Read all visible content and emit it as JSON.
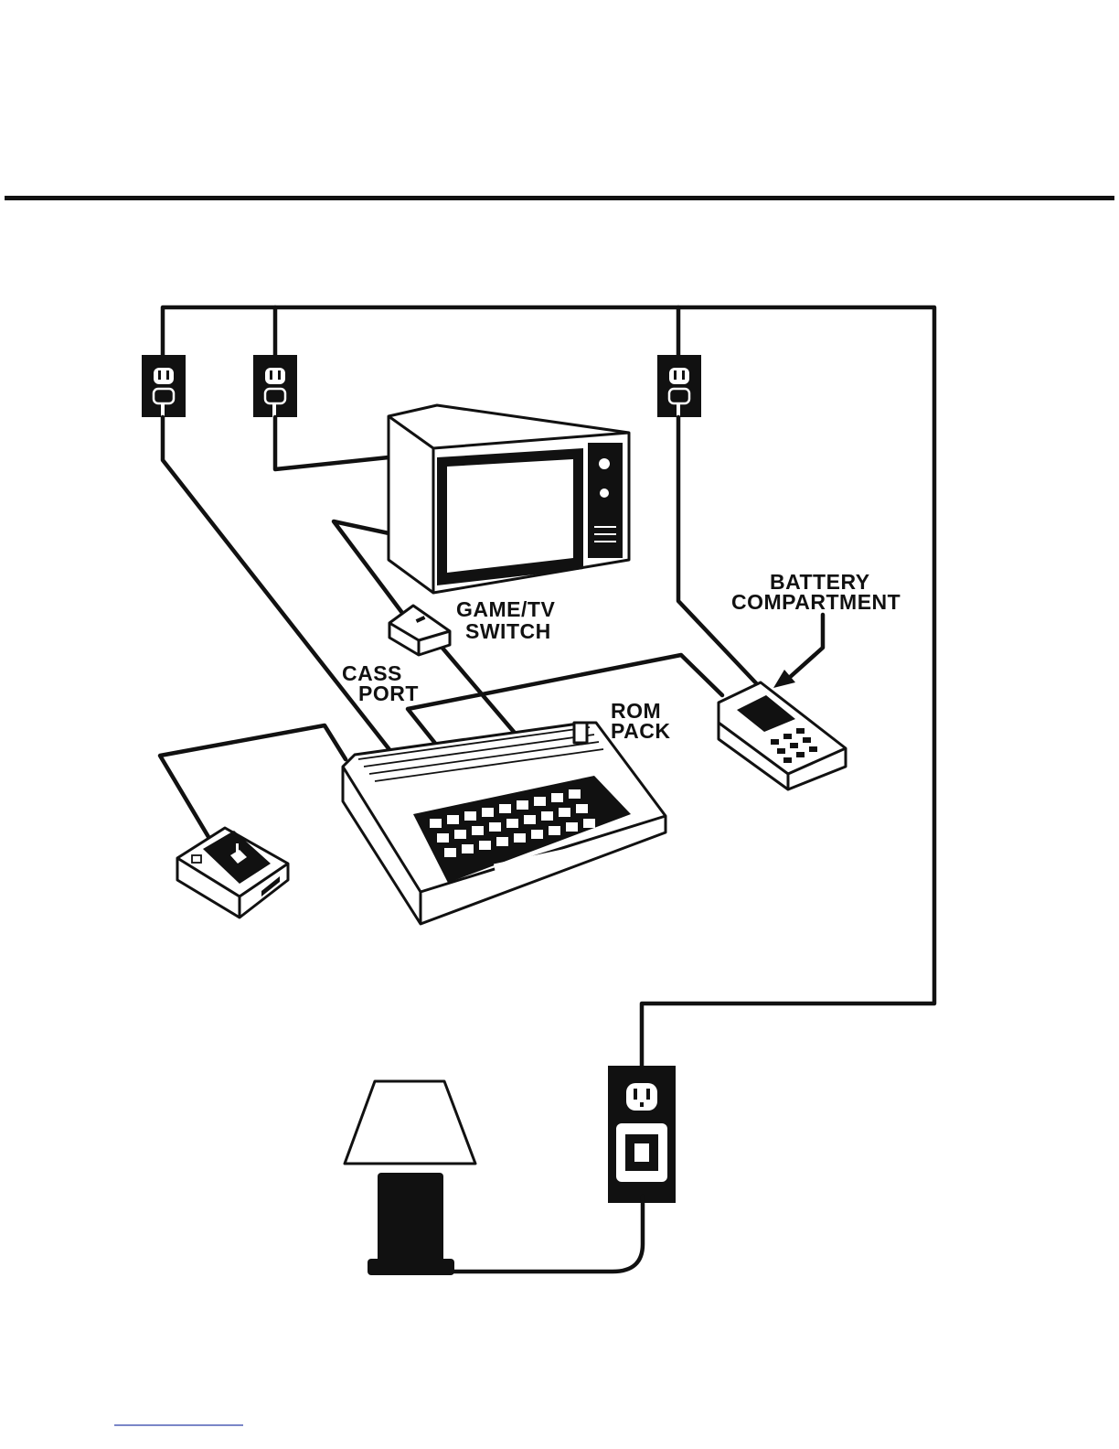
{
  "labels": {
    "game_tv_switch": [
      "GAME/TV",
      "SWITCH"
    ],
    "battery_compartment": [
      "BATTERY",
      "COMPARTMENT"
    ],
    "cass_port": [
      "CASS",
      "PORT"
    ],
    "rom_pack": [
      "ROM",
      "PACK"
    ]
  },
  "icons": [
    "wall-outlet-icon",
    "television-icon",
    "game-tv-switch-icon",
    "computer-keyboard-icon",
    "joystick-icon",
    "ac-adapter-icon",
    "table-lamp-icon"
  ],
  "colors": {
    "ink": "#111111",
    "paper": "#ffffff"
  }
}
